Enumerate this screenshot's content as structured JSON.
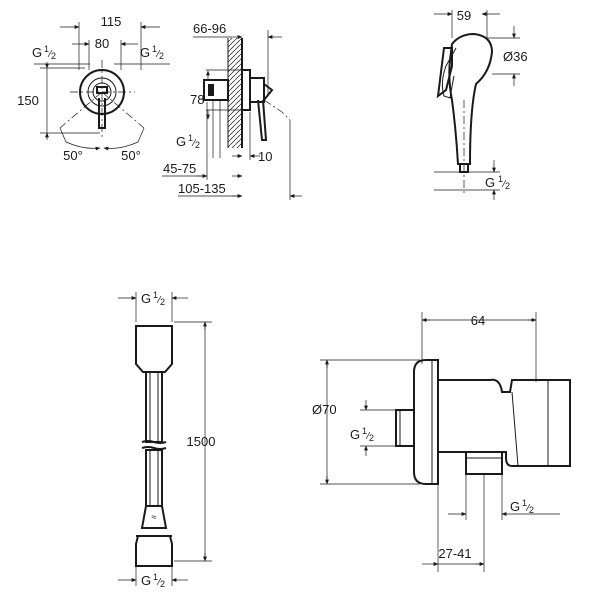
{
  "drawing_1_front": {
    "dim_width_outer": "115",
    "dim_width_inner": "80",
    "dim_height": "150",
    "thread_left": "G",
    "thread_right": "G",
    "thread_fraction_num": "1",
    "thread_fraction_den": "2",
    "angle_left": "50°",
    "angle_right": "50°"
  },
  "drawing_2_side": {
    "dim_depth_range": "66-96",
    "dim_height": "78",
    "thread": "G",
    "thread_fraction_num": "1",
    "thread_fraction_den": "2",
    "dim_offset": "10",
    "dim_depth_1": "45-75",
    "dim_depth_2": "105-135"
  },
  "drawing_3_handshower": {
    "dim_width": "59",
    "dim_diameter": "Ø36",
    "thread": "G",
    "thread_fraction_num": "1",
    "thread_fraction_den": "2"
  },
  "drawing_4_hose": {
    "thread_top": "G",
    "thread_bottom": "G",
    "thread_fraction_num": "1",
    "thread_fraction_den": "2",
    "dim_length": "1500"
  },
  "drawing_5_wall_outlet": {
    "dim_width": "64",
    "dim_diameter": "Ø70",
    "thread_left": "G",
    "thread_right": "G",
    "thread_fraction_num": "1",
    "thread_fraction_den": "2",
    "dim_depth_range": "27-41"
  }
}
